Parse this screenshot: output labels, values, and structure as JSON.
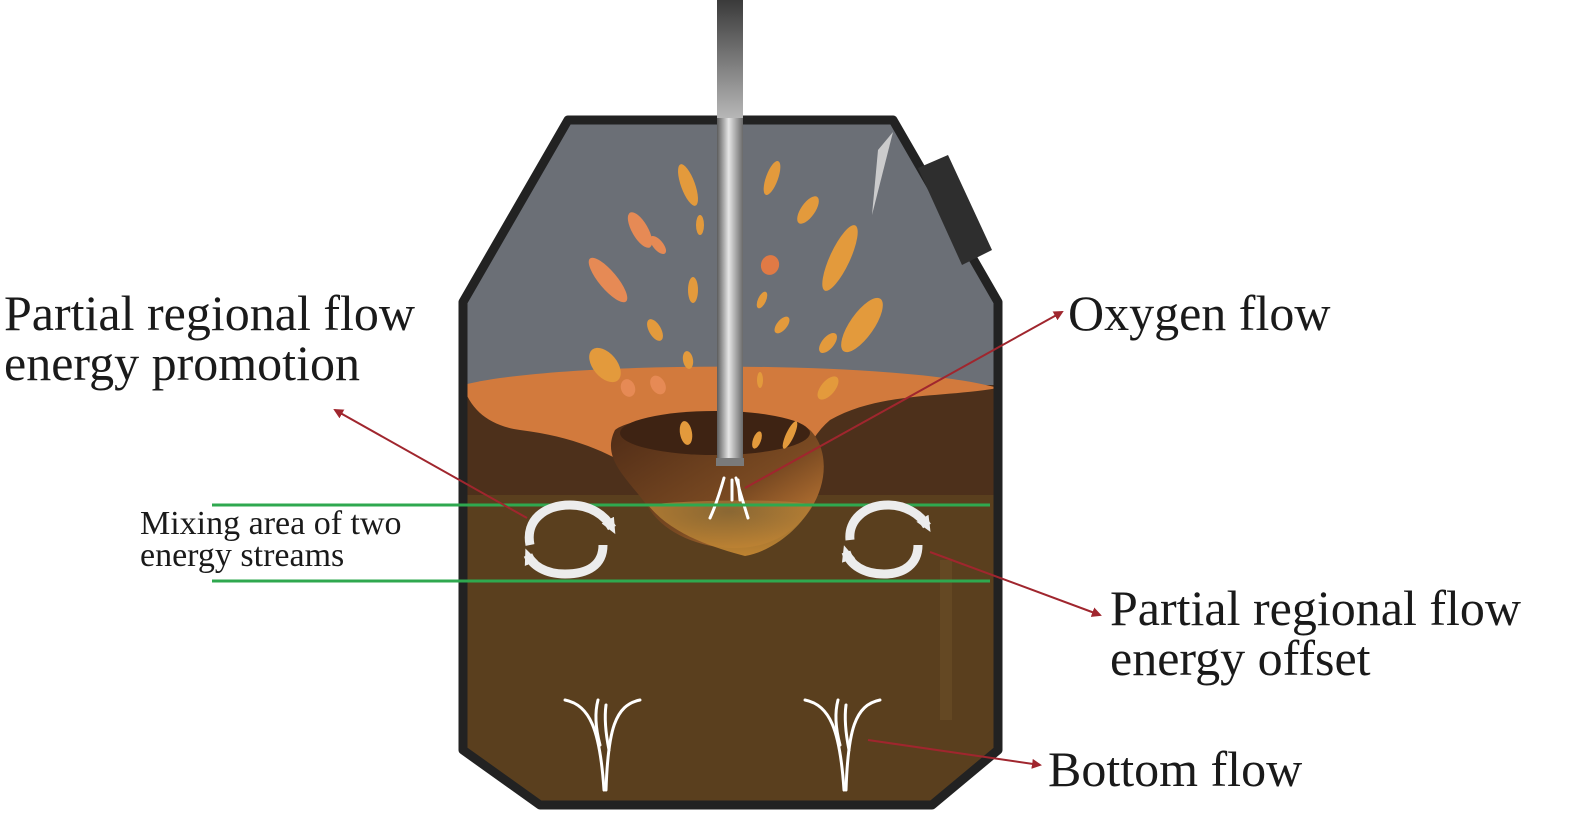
{
  "labels": {
    "promotion": [
      "Partial regional flow",
      "energy promotion"
    ],
    "oxygen": "Oxygen flow",
    "mixing": [
      "Mixing area of two",
      "energy streams"
    ],
    "offset": [
      "Partial regional flow",
      "energy offset"
    ],
    "bottom": "Bottom flow"
  },
  "colors": {
    "vessel_outline": "#222222",
    "gas_space": "#6b6f76",
    "melt": "#5a3f1e",
    "melt_upper": "#4a2e1a",
    "slag_surface": "#d27a3d",
    "droplet": "#e08a3c",
    "lance": "#9a9a9a",
    "arrow": "#a0262e",
    "mixing_lines": "#2fa84f",
    "swirl": "#e8e8e8"
  },
  "icons": [
    "vessel",
    "lance",
    "swirl-arrow-icon",
    "bottom-jet-icon",
    "droplet"
  ]
}
